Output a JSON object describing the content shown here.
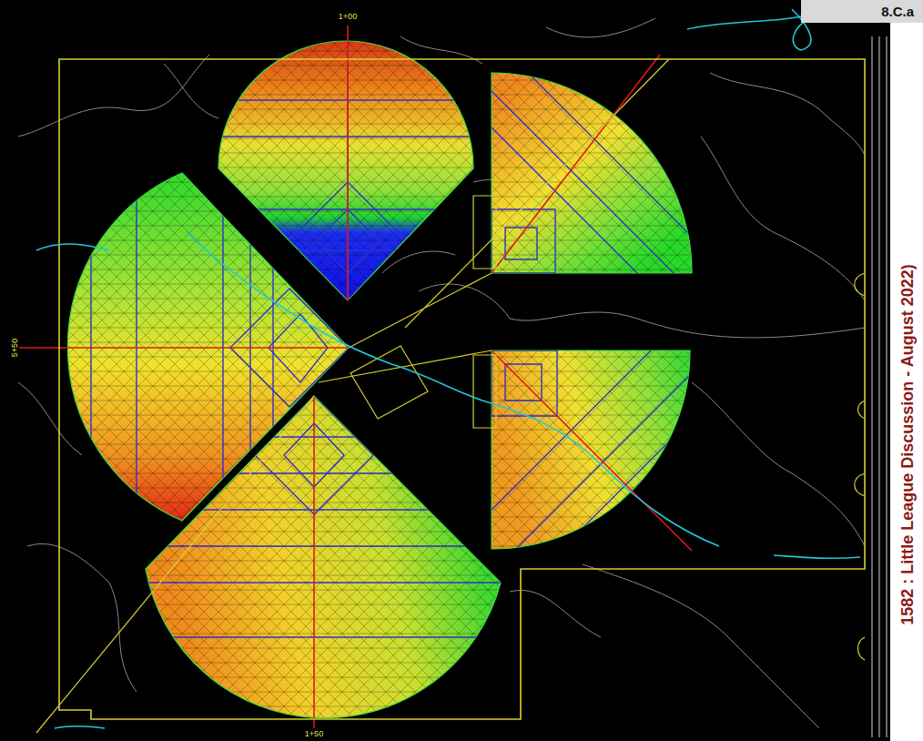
{
  "diagram": {
    "nodes": [
      {
        "text": [
          "8.C.a"
        ]
      }
    ],
    "labels": [
      "1582 : Little League Discussion - August 2022)",
      "1+00",
      "5+50",
      "1+50"
    ]
  }
}
